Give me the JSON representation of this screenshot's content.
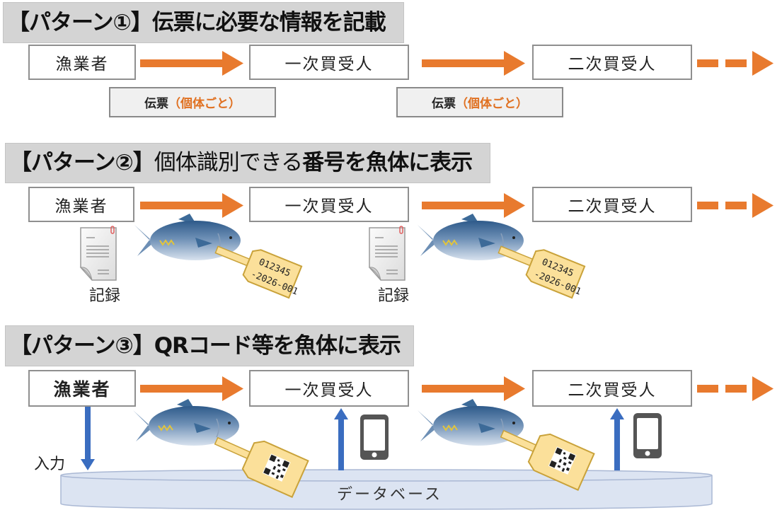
{
  "colors": {
    "flow_arrow": "#e87a2e",
    "data_arrow": "#3a6dc0",
    "header_bg": "#d4d4d4",
    "tag_fill": "#fbe09a",
    "tag_border": "#c9a23a",
    "database_fill": "#dce4f2",
    "slip_highlight": "#e07020"
  },
  "patterns": [
    {
      "header": {
        "prefix": "【パターン①】",
        "bold_text": "伝票",
        "light_text": "に必要な情報を記載"
      },
      "nodes": [
        "漁業者",
        "一次買受人",
        "二次買受人"
      ],
      "slips": [
        {
          "main": "伝票",
          "note": "（個体ごと）"
        },
        {
          "main": "伝票",
          "note": "（個体ごと）"
        }
      ]
    },
    {
      "header": {
        "prefix": "【パターン②】",
        "light_text": "個体識別できる",
        "bold_text": "番号を魚体に表示"
      },
      "nodes": [
        "漁業者",
        "一次買受人",
        "二次買受人"
      ],
      "record_label": "記録",
      "tag_lines": [
        "012345",
        "-2026-001"
      ],
      "icons": [
        "document-icon",
        "tuna-icon",
        "number-tag-icon"
      ]
    },
    {
      "header": {
        "prefix": "【パターン③】",
        "bold_text": "QRコード等を魚体に表示"
      },
      "nodes": [
        "漁業者",
        "一次買受人",
        "二次買受人"
      ],
      "input_label": "入力",
      "database_label": "データベース",
      "icons": [
        "tuna-icon",
        "qr-tag-icon",
        "smartphone-icon"
      ]
    }
  ]
}
